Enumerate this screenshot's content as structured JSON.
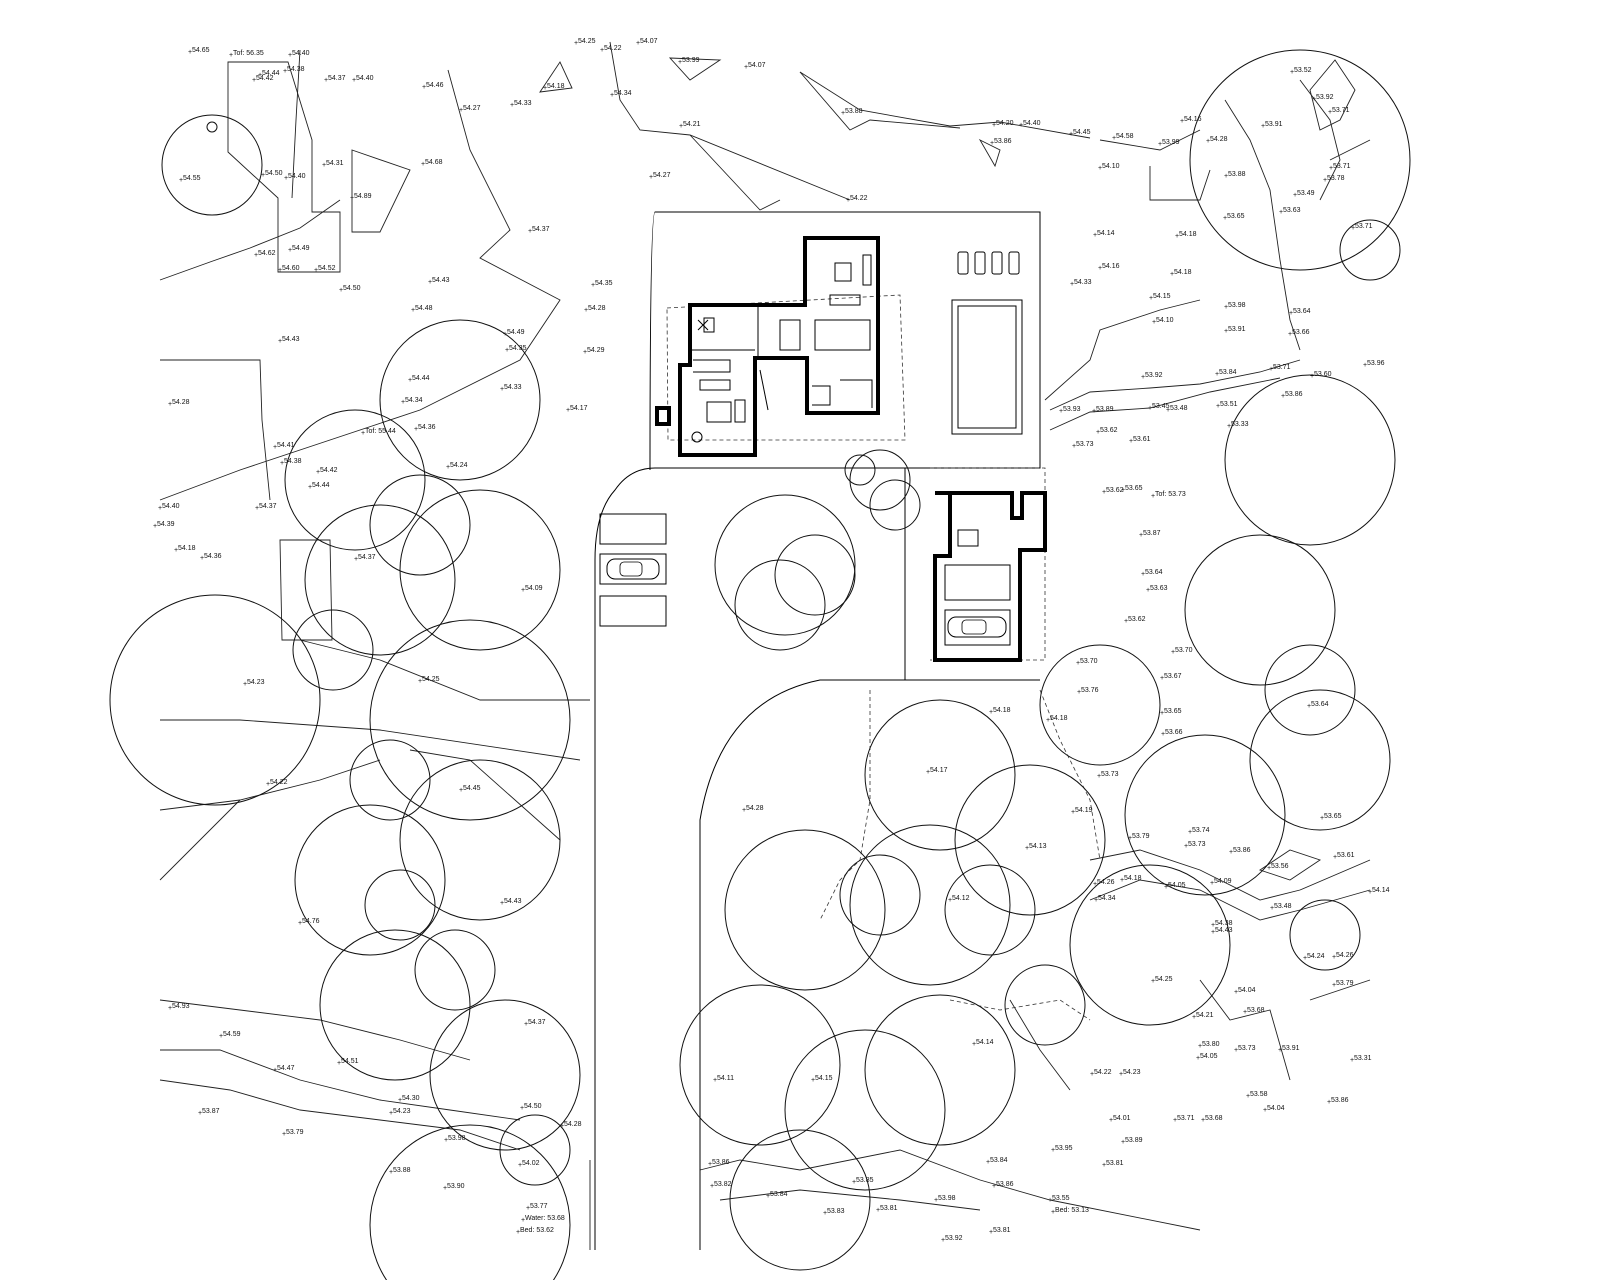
{
  "levels": [
    {
      "id": "l1",
      "text": "54.65"
    },
    {
      "id": "l2",
      "text": "Tof: 56.35"
    },
    {
      "id": "l3",
      "text": "54.40"
    },
    {
      "id": "l4",
      "text": "54.44"
    },
    {
      "id": "l5",
      "text": "54.38"
    },
    {
      "id": "l6",
      "text": "54.42"
    },
    {
      "id": "l7",
      "text": "54.37"
    },
    {
      "id": "l8",
      "text": "54.40"
    },
    {
      "id": "l9",
      "text": "54.25"
    },
    {
      "id": "l10",
      "text": "54.22"
    },
    {
      "id": "l11",
      "text": "54.07"
    },
    {
      "id": "l12",
      "text": "53.99"
    },
    {
      "id": "l13",
      "text": "54.07"
    },
    {
      "id": "l14",
      "text": "54.46"
    },
    {
      "id": "l15",
      "text": "54.27"
    },
    {
      "id": "l16",
      "text": "54.33"
    },
    {
      "id": "l17",
      "text": "54.18"
    },
    {
      "id": "l18",
      "text": "54.34"
    },
    {
      "id": "l19",
      "text": "53.88"
    },
    {
      "id": "l20",
      "text": "54.21"
    },
    {
      "id": "l21",
      "text": "54.55"
    },
    {
      "id": "l22",
      "text": "54.50"
    },
    {
      "id": "l23",
      "text": "54.40"
    },
    {
      "id": "l24",
      "text": "54.31"
    },
    {
      "id": "l25",
      "text": "54.68"
    },
    {
      "id": "l26",
      "text": "54.89"
    },
    {
      "id": "l27",
      "text": "54.27"
    },
    {
      "id": "l28",
      "text": "54.22"
    },
    {
      "id": "l29",
      "text": "54.37"
    },
    {
      "id": "l30",
      "text": "54.62"
    },
    {
      "id": "l31",
      "text": "54.49"
    },
    {
      "id": "l32",
      "text": "54.60"
    },
    {
      "id": "l33",
      "text": "54.52"
    },
    {
      "id": "l34",
      "text": "54.50"
    },
    {
      "id": "l35",
      "text": "54.43"
    },
    {
      "id": "l36",
      "text": "54.35"
    },
    {
      "id": "l37",
      "text": "54.28"
    },
    {
      "id": "l38",
      "text": "54.48"
    },
    {
      "id": "l39",
      "text": "54.43"
    },
    {
      "id": "l40",
      "text": "54.49"
    },
    {
      "id": "l41",
      "text": "54.35"
    },
    {
      "id": "l42",
      "text": "54.29"
    },
    {
      "id": "l43",
      "text": "54.44"
    },
    {
      "id": "l44",
      "text": "54.33"
    },
    {
      "id": "l45",
      "text": "54.34"
    },
    {
      "id": "l46",
      "text": "54.28"
    },
    {
      "id": "l47",
      "text": "54.36"
    },
    {
      "id": "l48",
      "text": "Tof: 55.44"
    },
    {
      "id": "l49",
      "text": "54.17"
    },
    {
      "id": "l50",
      "text": "54.41"
    },
    {
      "id": "l51",
      "text": "54.38"
    },
    {
      "id": "l52",
      "text": "54.42"
    },
    {
      "id": "l53",
      "text": "54.44"
    },
    {
      "id": "l54",
      "text": "54.24"
    },
    {
      "id": "l55",
      "text": "54.40"
    },
    {
      "id": "l56",
      "text": "54.37"
    },
    {
      "id": "l57",
      "text": "54.39"
    },
    {
      "id": "l58",
      "text": "54.18"
    },
    {
      "id": "l59",
      "text": "54.36"
    },
    {
      "id": "l60",
      "text": "54.37"
    },
    {
      "id": "l61",
      "text": "54.09"
    },
    {
      "id": "l62",
      "text": "54.23"
    },
    {
      "id": "l63",
      "text": "54.25"
    },
    {
      "id": "l64",
      "text": "54.22"
    },
    {
      "id": "l65",
      "text": "54.45"
    },
    {
      "id": "l66",
      "text": "54.76"
    },
    {
      "id": "l67",
      "text": "54.43"
    },
    {
      "id": "l68",
      "text": "54.93"
    },
    {
      "id": "l69",
      "text": "54.59"
    },
    {
      "id": "l70",
      "text": "54.37"
    },
    {
      "id": "l71",
      "text": "54.47"
    },
    {
      "id": "l72",
      "text": "54.51"
    },
    {
      "id": "l73",
      "text": "54.30"
    },
    {
      "id": "l74",
      "text": "54.23"
    },
    {
      "id": "l75",
      "text": "53.87"
    },
    {
      "id": "l76",
      "text": "53.79"
    },
    {
      "id": "l77",
      "text": "54.50"
    },
    {
      "id": "l78",
      "text": "54.28"
    },
    {
      "id": "l79",
      "text": "53.98"
    },
    {
      "id": "l80",
      "text": "54.02"
    },
    {
      "id": "l81",
      "text": "53.88"
    },
    {
      "id": "l82",
      "text": "53.90"
    },
    {
      "id": "l83",
      "text": "53.77"
    },
    {
      "id": "l84",
      "text": "Water: 53.68"
    },
    {
      "id": "l85",
      "text": "Bed: 53.62"
    },
    {
      "id": "l86",
      "text": "54.20"
    },
    {
      "id": "l87",
      "text": "54.40"
    },
    {
      "id": "l88",
      "text": "53.86"
    },
    {
      "id": "l89",
      "text": "54.45"
    },
    {
      "id": "l90",
      "text": "54.58"
    },
    {
      "id": "l91",
      "text": "53.99"
    },
    {
      "id": "l92",
      "text": "54.10"
    },
    {
      "id": "l93",
      "text": "54.16"
    },
    {
      "id": "l94",
      "text": "54.28"
    },
    {
      "id": "l95",
      "text": "53.88"
    },
    {
      "id": "l96",
      "text": "53.52"
    },
    {
      "id": "l97",
      "text": "53.92"
    },
    {
      "id": "l98",
      "text": "53.71"
    },
    {
      "id": "l99",
      "text": "53.91"
    },
    {
      "id": "l100",
      "text": "53.71"
    },
    {
      "id": "l101",
      "text": "53.78"
    },
    {
      "id": "l102",
      "text": "53.49"
    },
    {
      "id": "l103",
      "text": "53.65"
    },
    {
      "id": "l104",
      "text": "53.63"
    },
    {
      "id": "l105",
      "text": "53.71"
    },
    {
      "id": "l106",
      "text": "54.14"
    },
    {
      "id": "l107",
      "text": "54.18"
    },
    {
      "id": "l108",
      "text": "54.16"
    },
    {
      "id": "l109",
      "text": "54.18"
    },
    {
      "id": "l110",
      "text": "54.33"
    },
    {
      "id": "l111",
      "text": "54.15"
    },
    {
      "id": "l112",
      "text": "53.98"
    },
    {
      "id": "l113",
      "text": "53.64"
    },
    {
      "id": "l114",
      "text": "54.10"
    },
    {
      "id": "l115",
      "text": "53.91"
    },
    {
      "id": "l116",
      "text": "53.66"
    },
    {
      "id": "l117",
      "text": "53.92"
    },
    {
      "id": "l118",
      "text": "53.84"
    },
    {
      "id": "l119",
      "text": "53.71"
    },
    {
      "id": "l120",
      "text": "53.60"
    },
    {
      "id": "l121",
      "text": "53.96"
    },
    {
      "id": "l122",
      "text": "53.86"
    },
    {
      "id": "l123",
      "text": "53.89"
    },
    {
      "id": "l124",
      "text": "53.93"
    },
    {
      "id": "l125",
      "text": "53.45"
    },
    {
      "id": "l126",
      "text": "53.48"
    },
    {
      "id": "l127",
      "text": "53.51"
    },
    {
      "id": "l128",
      "text": "53.33"
    },
    {
      "id": "l129",
      "text": "53.62"
    },
    {
      "id": "l130",
      "text": "53.73"
    },
    {
      "id": "l131",
      "text": "53.61"
    },
    {
      "id": "l132",
      "text": "53.62"
    },
    {
      "id": "l133",
      "text": "53.65"
    },
    {
      "id": "l134",
      "text": "Tof: 53.73"
    },
    {
      "id": "l135",
      "text": "53.87"
    },
    {
      "id": "l136",
      "text": "53.64"
    },
    {
      "id": "l137",
      "text": "53.63"
    },
    {
      "id": "l138",
      "text": "53.62"
    },
    {
      "id": "l139",
      "text": "53.70"
    },
    {
      "id": "l140",
      "text": "53.70"
    },
    {
      "id": "l141",
      "text": "53.67"
    },
    {
      "id": "l142",
      "text": "53.76"
    },
    {
      "id": "l143",
      "text": "53.65"
    },
    {
      "id": "l144",
      "text": "53.66"
    },
    {
      "id": "l145",
      "text": "53.64"
    },
    {
      "id": "l146",
      "text": "54.18"
    },
    {
      "id": "l147",
      "text": "54.18"
    },
    {
      "id": "l148",
      "text": "54.17"
    },
    {
      "id": "l149",
      "text": "53.73"
    },
    {
      "id": "l150",
      "text": "54.19"
    },
    {
      "id": "l151",
      "text": "53.65"
    },
    {
      "id": "l152",
      "text": "53.79"
    },
    {
      "id": "l153",
      "text": "53.74"
    },
    {
      "id": "l154",
      "text": "53.73"
    },
    {
      "id": "l155",
      "text": "53.86"
    },
    {
      "id": "l156",
      "text": "53.56"
    },
    {
      "id": "l157",
      "text": "53.61"
    },
    {
      "id": "l158",
      "text": "54.13"
    },
    {
      "id": "l159",
      "text": "54.26"
    },
    {
      "id": "l160",
      "text": "54.18"
    },
    {
      "id": "l161",
      "text": "54.09"
    },
    {
      "id": "l162",
      "text": "54.34"
    },
    {
      "id": "l163",
      "text": "54.05"
    },
    {
      "id": "l164",
      "text": "54.14"
    },
    {
      "id": "l165",
      "text": "53.48"
    },
    {
      "id": "l166",
      "text": "54.38"
    },
    {
      "id": "l167",
      "text": "54.43"
    },
    {
      "id": "l168",
      "text": "54.12"
    },
    {
      "id": "l169",
      "text": "54.25"
    },
    {
      "id": "l170",
      "text": "54.24"
    },
    {
      "id": "l171",
      "text": "54.26"
    },
    {
      "id": "l172",
      "text": "53.79"
    },
    {
      "id": "l173",
      "text": "54.04"
    },
    {
      "id": "l174",
      "text": "53.68"
    },
    {
      "id": "l175",
      "text": "54.21"
    },
    {
      "id": "l176",
      "text": "53.80"
    },
    {
      "id": "l177",
      "text": "53.73"
    },
    {
      "id": "l178",
      "text": "53.91"
    },
    {
      "id": "l179",
      "text": "54.05"
    },
    {
      "id": "l180",
      "text": "53.31"
    },
    {
      "id": "l181",
      "text": "54.14"
    },
    {
      "id": "l182",
      "text": "54.11"
    },
    {
      "id": "l183",
      "text": "54.15"
    },
    {
      "id": "l184",
      "text": "54.22"
    },
    {
      "id": "l185",
      "text": "54.23"
    },
    {
      "id": "l186",
      "text": "54.01"
    },
    {
      "id": "l187",
      "text": "53.71"
    },
    {
      "id": "l188",
      "text": "53.68"
    },
    {
      "id": "l189",
      "text": "53.58"
    },
    {
      "id": "l190",
      "text": "54.04"
    },
    {
      "id": "l191",
      "text": "53.86"
    },
    {
      "id": "l192",
      "text": "53.89"
    },
    {
      "id": "l193",
      "text": "53.95"
    },
    {
      "id": "l194",
      "text": "53.81"
    },
    {
      "id": "l195",
      "text": "53.86"
    },
    {
      "id": "l196",
      "text": "53.82"
    },
    {
      "id": "l197",
      "text": "53.84"
    },
    {
      "id": "l198",
      "text": "53.85"
    },
    {
      "id": "l199",
      "text": "53.83"
    },
    {
      "id": "l200",
      "text": "53.81"
    },
    {
      "id": "l201",
      "text": "53.98"
    },
    {
      "id": "l202",
      "text": "53.84"
    },
    {
      "id": "l203",
      "text": "53.86"
    },
    {
      "id": "l204",
      "text": "53.55"
    },
    {
      "id": "l205",
      "text": "Bed: 53.13"
    },
    {
      "id": "l206",
      "text": "53.92"
    },
    {
      "id": "l207",
      "text": "53.81"
    },
    {
      "id": "l208",
      "text": "54.28"
    }
  ]
}
